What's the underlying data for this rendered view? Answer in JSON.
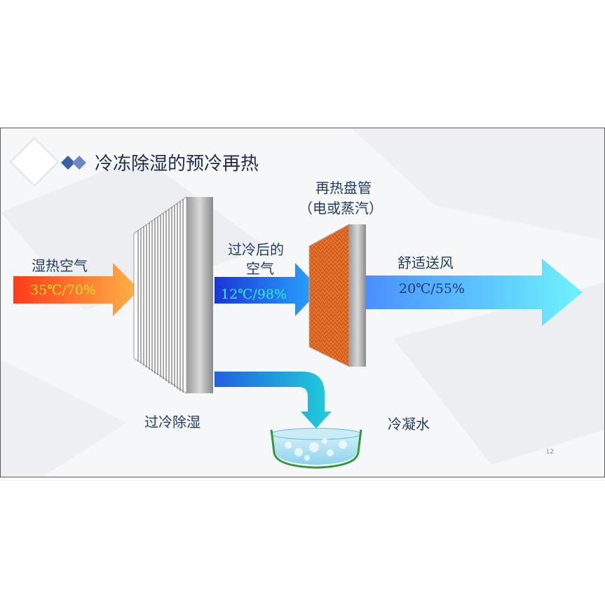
{
  "title": "冷冻除湿的预冷再热",
  "labels": {
    "humid_air": "湿热空气",
    "humid_air_cond": "35℃/70%",
    "subcooled_air_line1": "过冷后的",
    "subcooled_air_line2": "空气",
    "subcooled_air_cond": "12℃/98%",
    "reheat_line1": "再热盘管",
    "reheat_line2": "（电或蒸汽）",
    "comfort_air": "舒适送风",
    "comfort_air_cond": "20℃/55%",
    "subcool_dehumid": "过冷除湿",
    "condensate": "冷凝水"
  },
  "page_number": "12",
  "colors": {
    "title_text": "#1f2d4a",
    "label_text": "#1f3a5e",
    "humid_arrow_start": "#ff3b1a",
    "humid_arrow_end": "#ffb347",
    "cold_arrow_start": "#1a36d6",
    "cold_arrow_end": "#2aa9ff",
    "comfort_arrow_start": "#4a8fff",
    "comfort_arrow_end": "#6ef3ff",
    "reheat_coil": "#e8732a",
    "diamond_1": "#3a5ea8",
    "diamond_2": "#6d87c4"
  }
}
